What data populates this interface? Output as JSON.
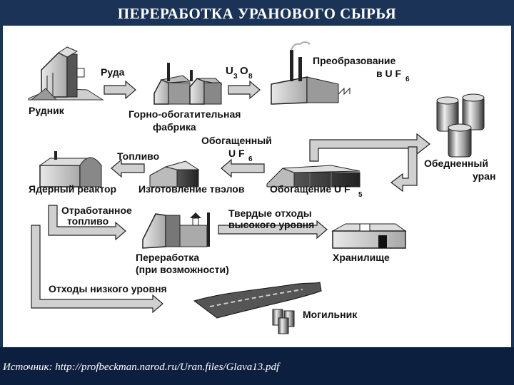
{
  "title": "ПЕРЕРАБОТКА УРАНОВОГО СЫРЬЯ",
  "source": "Источник: http://profbeckman.narod.ru/Uran.files/Glava13.pdf",
  "colors": {
    "header": "#1b3357",
    "footer": "#0c1f3f",
    "arrow_fill": "#d0d0d0",
    "arrow_stroke": "#222222"
  },
  "nodes": {
    "mine": "Рудник",
    "ore": "Руда",
    "mill_line1": "Горно-обогатительная",
    "mill_line2": "фабрика",
    "u3o8_u": "U",
    "u3o8_3": "3",
    "u3o8_o": "O",
    "u3o8_8": "8",
    "conversion_line1": "Преобразование",
    "conversion_line2": "в U F",
    "conversion_sub": "6",
    "depleted_line1": "Обедненный",
    "depleted_line2": "уран",
    "enriched_line1": "Обогащенный",
    "enriched_line2": "U F",
    "enriched_sub": "6",
    "enrichment": "Обогащение U F",
    "enrichment_sub": "5",
    "fabrication": "Изготовление твэлов",
    "fuel": "Топливо",
    "reactor": "Ядерный реактор",
    "spent_line1": "Отработанное",
    "spent_line2": "топливо",
    "reprocessing_line1": "Переработка",
    "reprocessing_line2": "(при возможности)",
    "hlw_line1": "Твердые отходы",
    "hlw_line2": "высокого уровня",
    "storage": "Хранилище",
    "llw": "Отходы низкого уровня",
    "repository": "Могильник"
  },
  "icons": [
    "mine-icon",
    "mill-icon",
    "conversion-plant-icon",
    "depleted-uranium-barrels-icon",
    "enrichment-plant-icon",
    "fuel-fabrication-icon",
    "reactor-icon",
    "reprocessing-plant-icon",
    "storage-building-icon",
    "repository-icon"
  ]
}
